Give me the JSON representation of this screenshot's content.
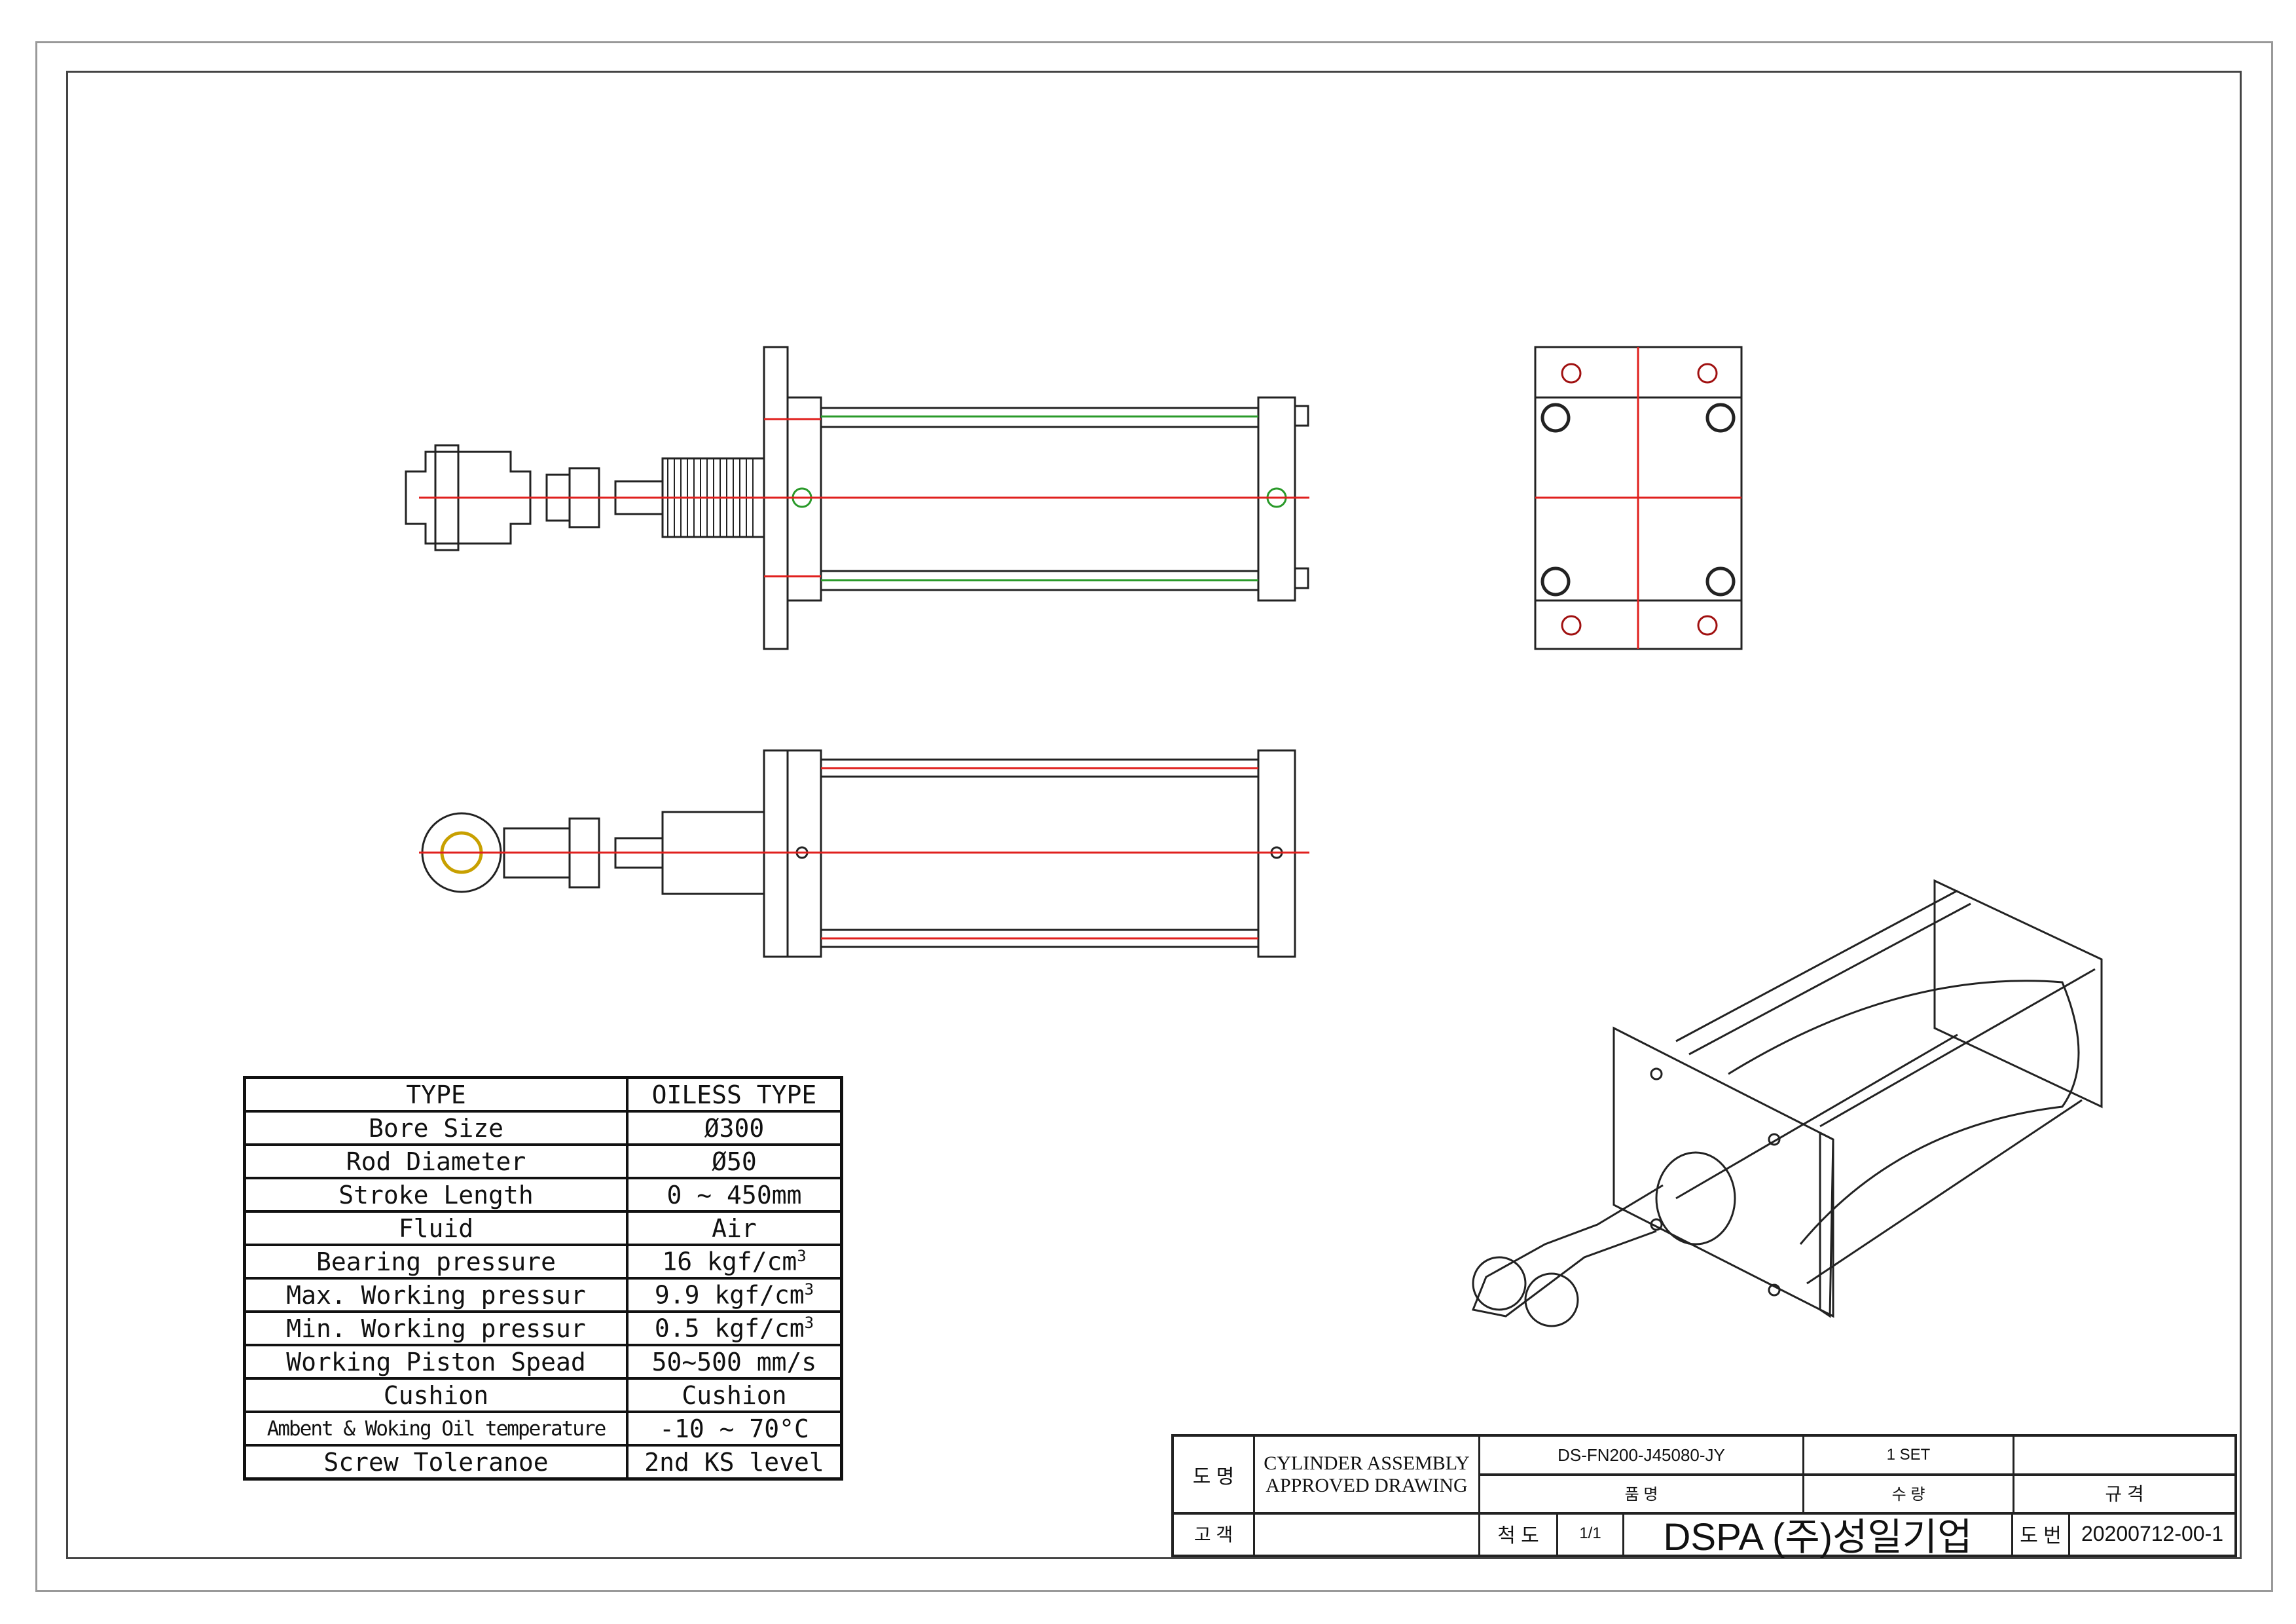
{
  "spec_table": {
    "rows": [
      {
        "label": "TYPE",
        "value": "OILESS TYPE"
      },
      {
        "label": "Bore Size",
        "value": "Ø300"
      },
      {
        "label": "Rod Diameter",
        "value": "Ø50"
      },
      {
        "label": "Stroke Length",
        "value": "0 ~ 450mm"
      },
      {
        "label": "Fluid",
        "value": "Air"
      },
      {
        "label": "Bearing pressure",
        "value": "16 kgf/cm",
        "sup": "3"
      },
      {
        "label": "Max. Working pressur",
        "value": "9.9 kgf/cm",
        "sup": "3"
      },
      {
        "label": "Min. Working pressur",
        "value": "0.5 kgf/cm",
        "sup": "3"
      },
      {
        "label": "Working Piston Spead",
        "value": "50~500 mm/s"
      },
      {
        "label": "Cushion",
        "value": "Cushion"
      },
      {
        "label": "Ambent & Woking Oil temperature",
        "value": "-10 ~ 70°C"
      },
      {
        "label": "Screw Toleranoe",
        "value": "2nd KS level"
      }
    ]
  },
  "title_block": {
    "drawing_name_label": "도 명",
    "drawing_name_line1": "CYLINDER ASSEMBLY",
    "drawing_name_line2": "APPROVED DRAWING",
    "part_no": "DS-FN200-J45080-JY",
    "part_name_label": "품 명",
    "quantity": "1 SET",
    "quantity_label": "수 량",
    "spec_value": "",
    "spec_label": "규 격",
    "customer_label": "고 객",
    "customer": "",
    "scale_label": "척 도",
    "scale": "1/1",
    "company": "DSPA (주)성일기업",
    "drawing_no_label": "도 번",
    "drawing_no": "20200712-00-1"
  },
  "colors": {
    "line": "#222222",
    "center": "#e0201e",
    "green": "#2a9a2a",
    "yellow": "#c8c800"
  }
}
